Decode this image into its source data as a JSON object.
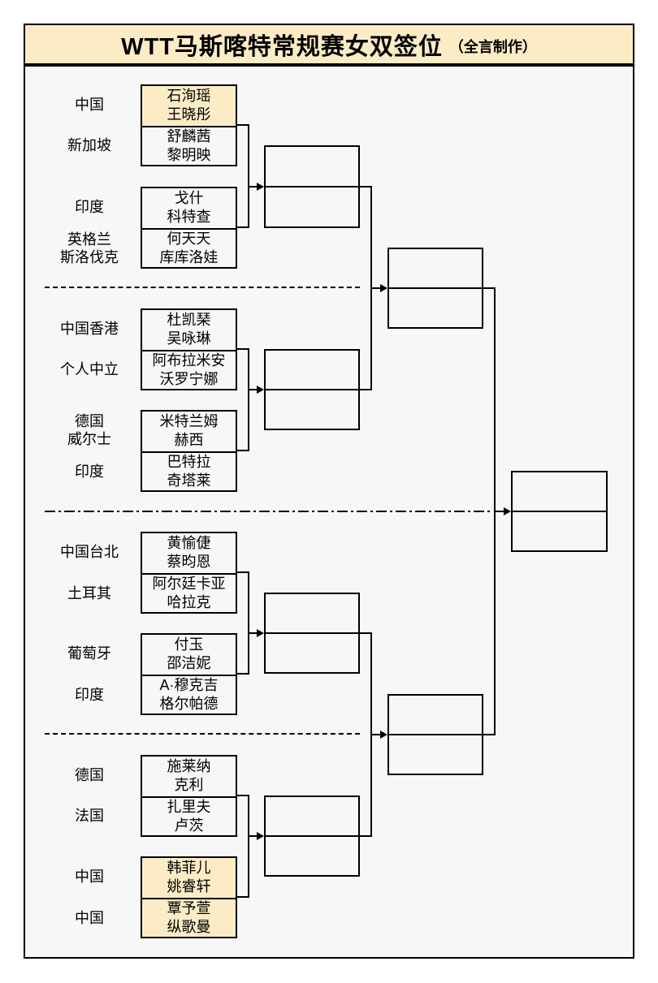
{
  "title": {
    "main": "WTT马斯喀特常规赛女双签位",
    "credit": "（全言制作）"
  },
  "colors": {
    "highlight": "#FBECC5",
    "title_bg": "#FBECC5",
    "board_bg": "#F7F7F7",
    "line": "#000000"
  },
  "bracket": {
    "slots": [
      {
        "country": "中国",
        "names": "石洵瑶\n王晓彤",
        "highlight": true
      },
      {
        "country": "新加坡",
        "names": "舒麟茜\n黎明映",
        "highlight": false
      },
      {
        "country": "印度",
        "names": "戈什\n科特查",
        "highlight": false
      },
      {
        "country": "英格兰\n斯洛伐克",
        "names": "何天天\n库库洛娃",
        "highlight": false
      },
      {
        "country": "中国香港",
        "names": "杜凯琹\n吴咏琳",
        "highlight": false
      },
      {
        "country": "个人中立",
        "names": "阿布拉米安\n沃罗宁娜",
        "highlight": false
      },
      {
        "country": "德国\n威尔士",
        "names": "米特兰姆\n赫西",
        "highlight": false
      },
      {
        "country": "印度",
        "names": "巴特拉\n奇塔莱",
        "highlight": false
      },
      {
        "country": "中国台北",
        "names": "黄愉倢\n蔡昀恩",
        "highlight": false
      },
      {
        "country": "土耳其",
        "names": "阿尔廷卡亚\n哈拉克",
        "highlight": false
      },
      {
        "country": "葡萄牙",
        "names": "付玉\n邵洁妮",
        "highlight": false
      },
      {
        "country": "印度",
        "names": "A·穆克吉\n格尔帕德",
        "highlight": false
      },
      {
        "country": "德国",
        "names": "施莱纳\n克利",
        "highlight": false
      },
      {
        "country": "法国",
        "names": "扎里夫\n卢茨",
        "highlight": false
      },
      {
        "country": "中国",
        "names": "韩菲儿\n姚睿轩",
        "highlight": true
      },
      {
        "country": "中国",
        "names": "覃予萱\n纵歌曼",
        "highlight": true
      }
    ]
  }
}
